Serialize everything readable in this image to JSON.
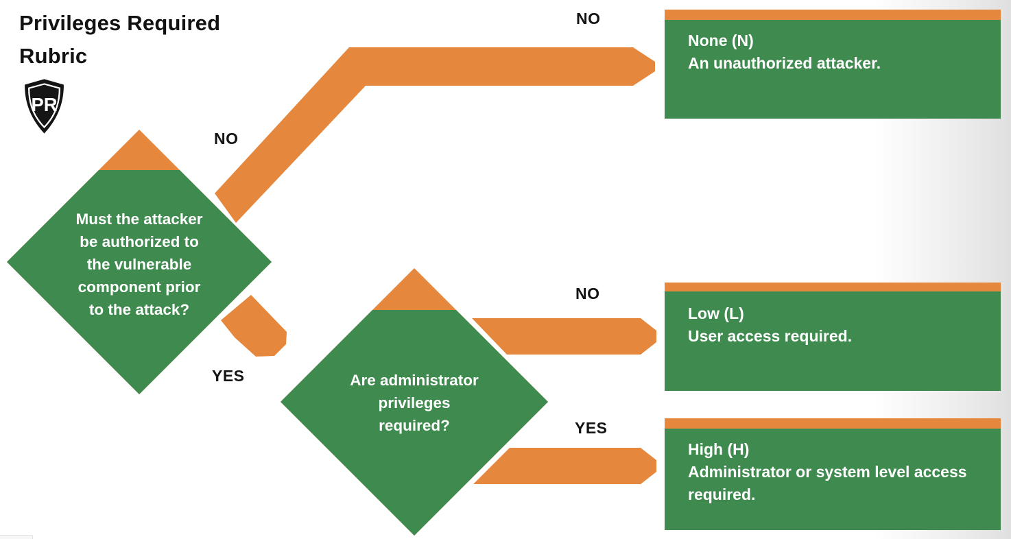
{
  "title": "Privileges Required Rubric",
  "shield_badge": "PR",
  "colors": {
    "green": "#3F8A4E",
    "orange": "#E5883D",
    "label_text": "#141414",
    "card_text": "#FFFFFF"
  },
  "flow": {
    "decision1": {
      "lines": [
        "Must the attacker",
        "be authorized to",
        "the vulnerable",
        "component prior",
        "to the attack?"
      ],
      "no_label": "NO",
      "yes_label": "YES"
    },
    "decision2": {
      "lines": [
        "Are administrator",
        "privileges",
        "required?"
      ],
      "no_label": "NO",
      "yes_label": "YES"
    },
    "outcomes": [
      {
        "title": "None (N)",
        "description": "An unauthorized attacker."
      },
      {
        "title": "Low (L)",
        "description": "User access required."
      },
      {
        "title": "High (H)",
        "description": "Administrator or system level access required."
      }
    ]
  }
}
